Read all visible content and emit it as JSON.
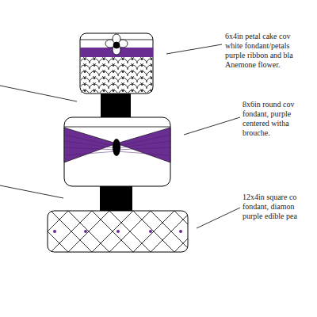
{
  "diagram": {
    "labels": [
      "6x4in petal cake cov white fondant/petals purple ribbon and bla Anemone flower.",
      "8x6in round cov fondant, purple centered witha brouche.",
      "12x4in square co fondant, diamon purple edible pea"
    ]
  }
}
